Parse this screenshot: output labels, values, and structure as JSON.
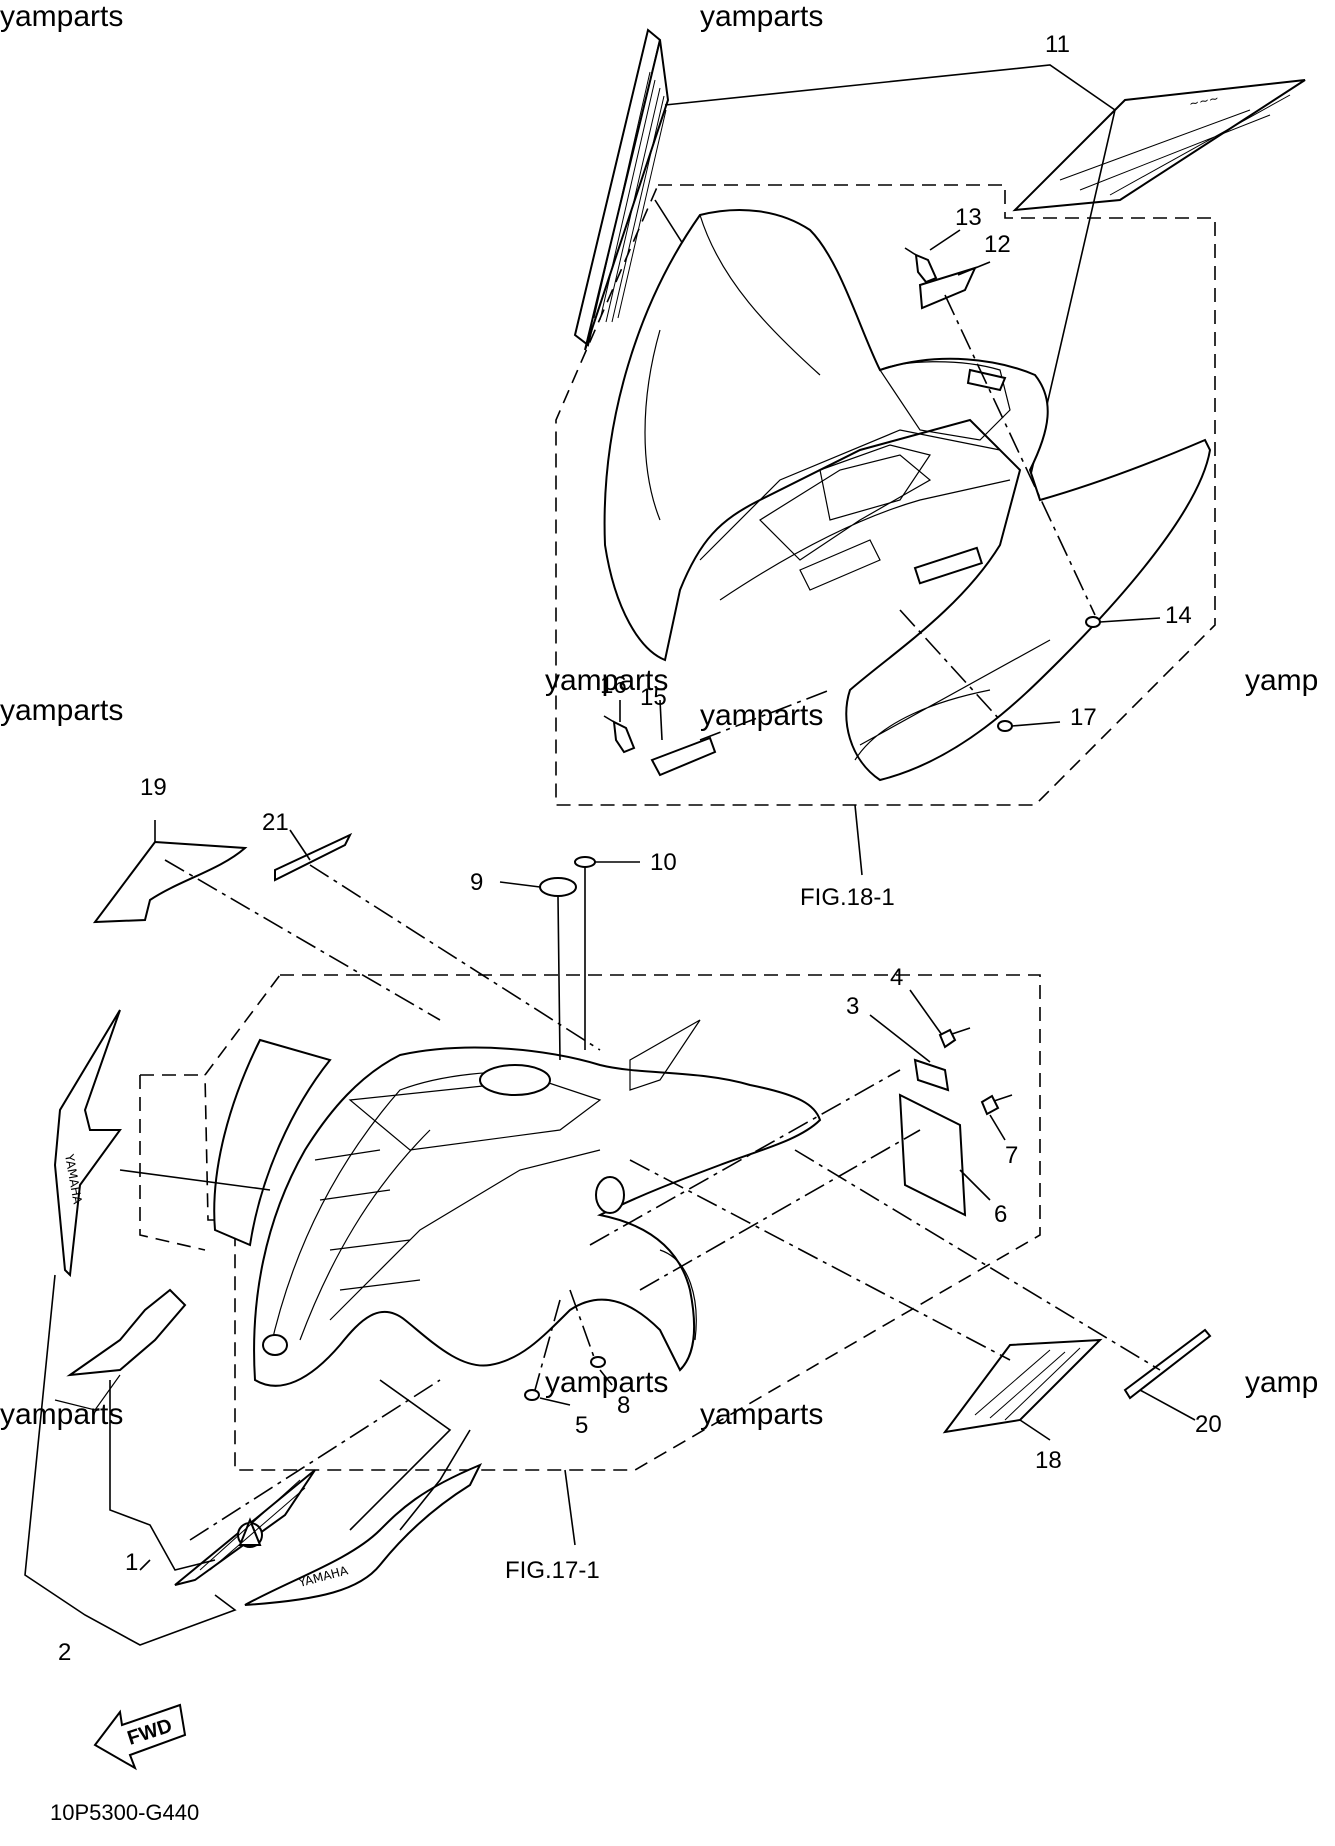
{
  "watermarks": [
    "yamparts",
    "yamparts",
    "yamparts",
    "yamparts",
    "yamparts",
    "yamparts",
    "yamparts",
    "yamparts",
    "yamp",
    "yamp"
  ],
  "callouts": [
    "1",
    "2",
    "3",
    "4",
    "5",
    "6",
    "7",
    "8",
    "9",
    "10",
    "11",
    "12",
    "13",
    "14",
    "15",
    "16",
    "17",
    "18",
    "19",
    "20",
    "21"
  ],
  "figures": {
    "fig18": "FIG.18-1",
    "fig17": "FIG.17-1"
  },
  "fwd": "FWD",
  "decal_text": "YAMAHA",
  "diagram_code": "10P5300-G440"
}
